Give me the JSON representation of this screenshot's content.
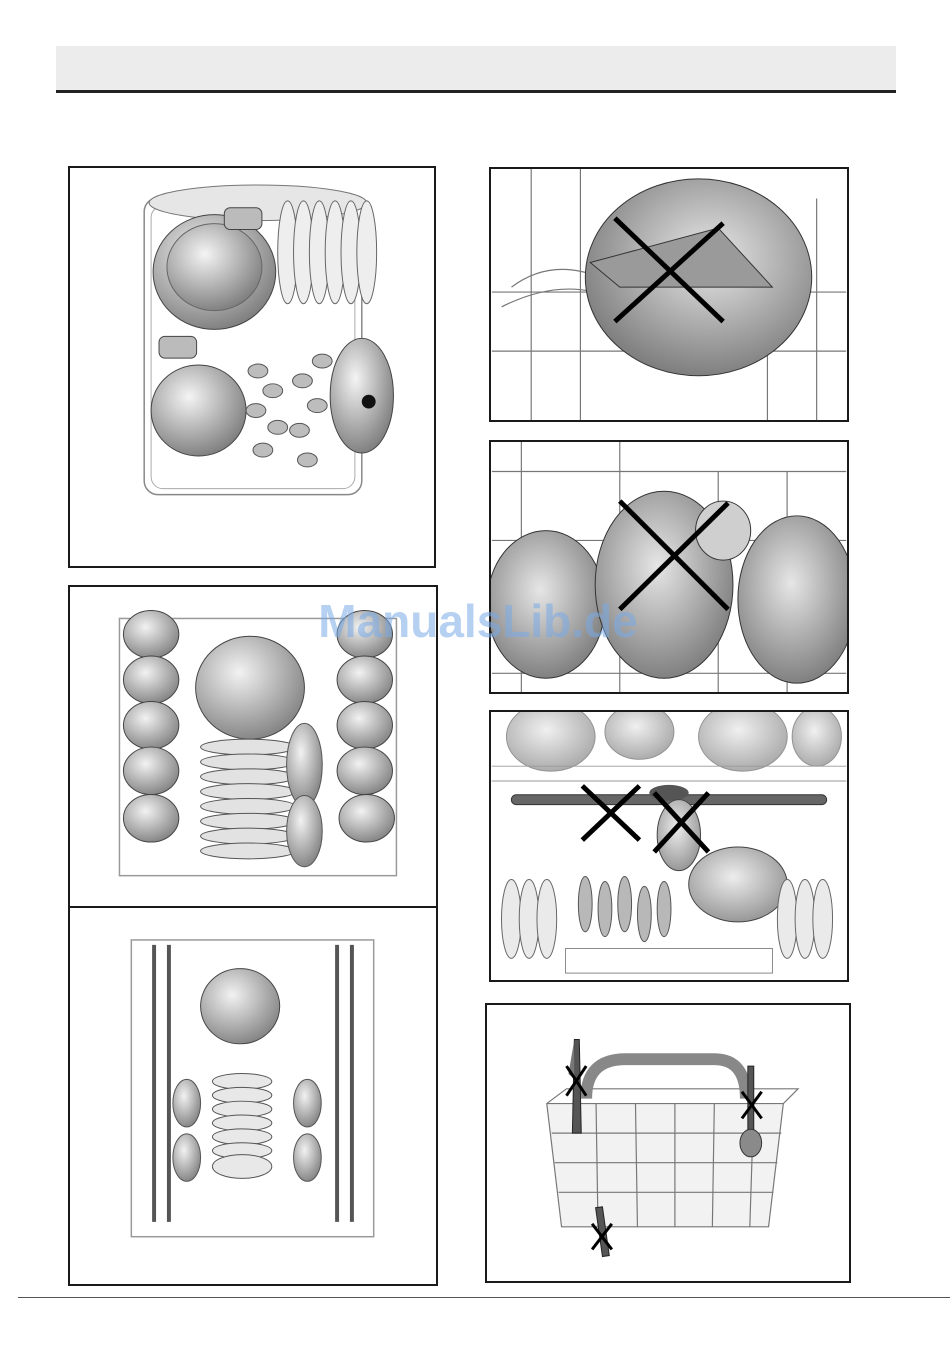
{
  "page": {
    "header": {
      "title": ""
    },
    "watermark": {
      "text": "ManualsLib.de"
    }
  },
  "figures": [
    {
      "id": "upper-rack-loaded-pots",
      "icon": "dishwasher-rack-pots-icon"
    },
    {
      "id": "upper-rack-wrong-bowl",
      "icon": "wrong-loading-cross-icon"
    },
    {
      "id": "lower-rack-cups-plates",
      "icon": "dishwasher-rack-cups-icon"
    },
    {
      "id": "rack-wrong-bowls",
      "icon": "wrong-loading-cross-icon"
    },
    {
      "id": "spray-arm-blocked",
      "icon": "wrong-loading-cross-icon"
    },
    {
      "id": "lower-rack-bowls-plates",
      "icon": "dishwasher-rack-plates-icon"
    },
    {
      "id": "cutlery-basket-wrong",
      "icon": "cutlery-basket-icon"
    }
  ],
  "colors": {
    "border": "#1a1a1a",
    "header_bg": "#ececec",
    "watermark": "#78aae6"
  }
}
